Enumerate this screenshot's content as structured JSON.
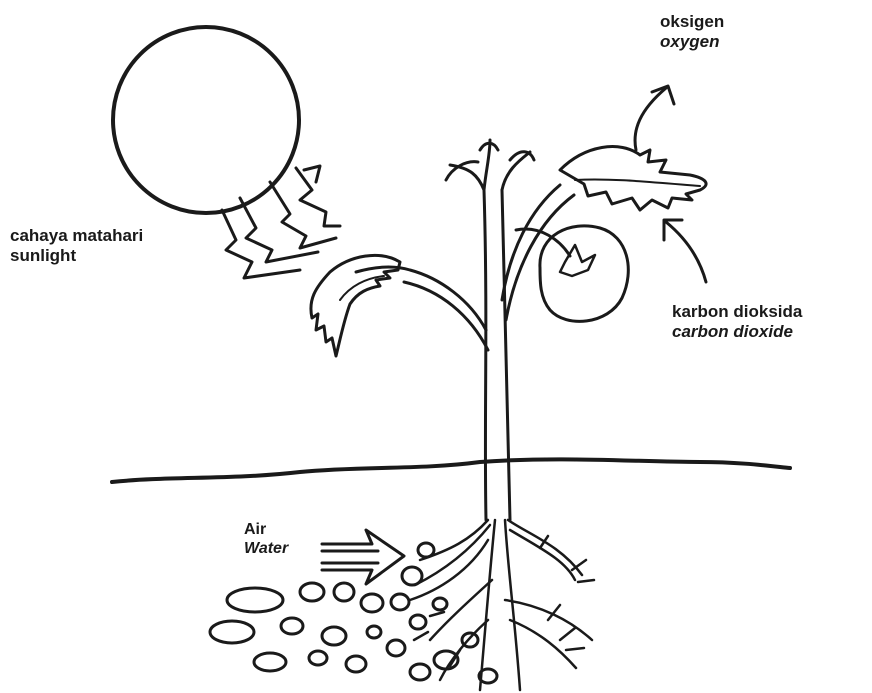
{
  "labels": {
    "sunlight": {
      "malay": "cahaya matahari",
      "english": "sunlight"
    },
    "oxygen": {
      "malay": "oksigen",
      "english": "oxygen"
    },
    "carbon_dioxide": {
      "malay": "karbon dioksida",
      "english": "carbon dioxide"
    },
    "water": {
      "malay": "Air",
      "english": "Water"
    }
  },
  "colors": {
    "ink": "#1a1a1a",
    "background": "#ffffff"
  }
}
